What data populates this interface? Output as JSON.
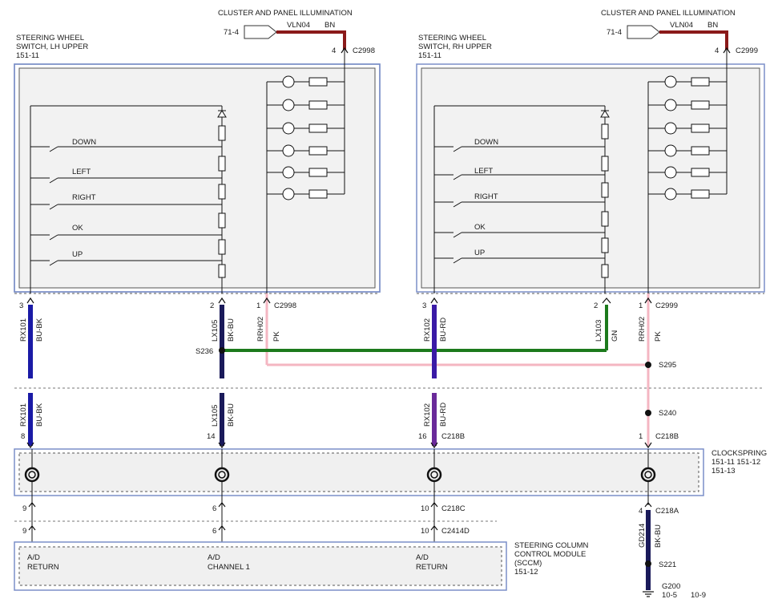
{
  "lh": {
    "title1": "STEERING WHEEL",
    "title2": "SWITCH, LH UPPER",
    "ref": "151-11",
    "illum": {
      "title": "CLUSTER AND PANEL ILLUMINATION",
      "ref": "71-4",
      "circuit": "VLN04",
      "color": "BN",
      "pin": "4",
      "connector": "C2998"
    },
    "buttons": [
      "DOWN",
      "LEFT",
      "RIGHT",
      "OK",
      "UP"
    ]
  },
  "rh": {
    "title1": "STEERING WHEEL",
    "title2": "SWITCH, RH UPPER",
    "ref": "151-11",
    "illum": {
      "title": "CLUSTER AND PANEL ILLUMINATION",
      "ref": "71-4",
      "circuit": "VLN04",
      "color": "BN",
      "pin": "4",
      "connector": "C2999"
    },
    "buttons": [
      "DOWN",
      "LEFT",
      "RIGHT",
      "OK",
      "UP"
    ]
  },
  "pins": {
    "lh_top": [
      "3",
      "2",
      "1"
    ],
    "rh_top": [
      "3",
      "2",
      "1"
    ],
    "c218b": [
      "8",
      "14",
      "16",
      "1"
    ],
    "c218c": [
      "9",
      "6",
      "10"
    ],
    "c2414d": [
      "9",
      "6",
      "10"
    ],
    "c218a": "4"
  },
  "connectors": {
    "c2998": "C2998",
    "c2999": "C2999",
    "c218b": "C218B",
    "c218c": "C218C",
    "c2414d": "C2414D",
    "c218a": "C218A"
  },
  "splices": {
    "s236": "S236",
    "s295": "S295",
    "s240": "S240",
    "s221": "S221"
  },
  "wires": {
    "rx101": {
      "circuit": "RX101",
      "color": "BU-BK"
    },
    "lx105": {
      "circuit": "LX105",
      "color": "BK-BU"
    },
    "rrh02_lh": {
      "circuit": "RRH02",
      "color": "PK"
    },
    "rx102": {
      "circuit": "RX102",
      "color": "BU-RD"
    },
    "lx103": {
      "circuit": "LX103",
      "color": "GN"
    },
    "rrh02_rh": {
      "circuit": "RRH02",
      "color": "PK"
    },
    "gd214": {
      "circuit": "GD214",
      "color": "BK-BU"
    }
  },
  "clockspring": {
    "title": "CLOCKSPRING",
    "ref1": "151-11  151-12",
    "ref2": "151-13"
  },
  "sccm": {
    "title1": "STEERING COLUMN",
    "title2": "CONTROL MODULE",
    "title3": "(SCCM)",
    "ref": "151-12",
    "pins": [
      {
        "l1": "A/D",
        "l2": "RETURN"
      },
      {
        "l1": "A/D",
        "l2": "CHANNEL 1"
      },
      {
        "l1": "A/D",
        "l2": "RETURN"
      }
    ]
  },
  "ground": {
    "name": "G200",
    "ref1": "10-5",
    "ref2": "10-9"
  },
  "colors": {
    "bn": "#8b1a1a",
    "bu_bk": "#1a1aa6",
    "bk_bu": "#1a1a5a",
    "pk": "#f4b6c2",
    "gn": "#1c7a1c",
    "bu_rd": "#6a2a9a",
    "module_border": "#7b8fc8"
  }
}
